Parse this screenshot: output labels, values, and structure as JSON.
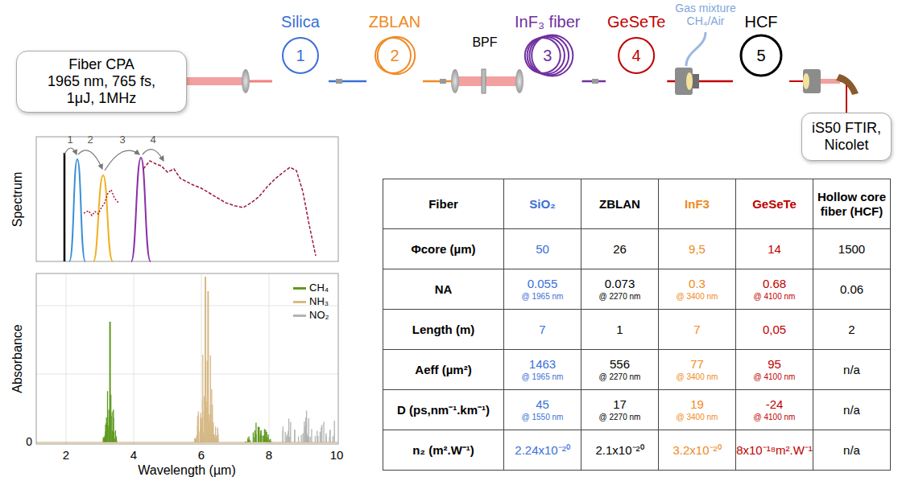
{
  "diagram": {
    "nodes": [
      {
        "text": [
          "Fiber CPA",
          "1965 nm, 765 fs, 1μJ, 1MHz"
        ]
      },
      {
        "text": [
          "Silica",
          "1"
        ]
      },
      {
        "text": [
          "ZBLAN",
          "2"
        ]
      },
      {
        "text": [
          "InF₃ fiber",
          "3"
        ]
      },
      {
        "text": [
          "GeSeTe",
          "4"
        ]
      },
      {
        "text": [
          "HCF",
          "5"
        ]
      },
      {
        "text": [
          "iS50 FTIR, Nicolet"
        ]
      }
    ],
    "edges": [
      {
        "from": 0,
        "to": 1,
        "arrow": "none"
      },
      {
        "from": 1,
        "to": 2,
        "arrow": "none"
      },
      {
        "from": 2,
        "to": 3,
        "arrow": "none"
      },
      {
        "from": 3,
        "to": 4,
        "arrow": "none"
      },
      {
        "from": 4,
        "to": 5,
        "arrow": "none"
      },
      {
        "from": 5,
        "to": 6,
        "arrow": "none"
      }
    ],
    "labels": [
      "BPF",
      "Gas mixture CH₄/Air",
      "Spectrum",
      "1",
      "2",
      "3",
      "4",
      "Absorbance",
      "0",
      "2",
      "4",
      "6",
      "8",
      "10",
      "Wavelength (µm)",
      "Fiber",
      "SiO₂",
      "ZBLAN",
      "InF3",
      "GeSeTe",
      "Hollow core fiber (HCF)",
      "Φcore (µm)",
      "50",
      "26",
      "9,5",
      "14",
      "1500",
      "NA",
      "0.055",
      "@ 1965 nm",
      "0.073",
      "@ 2270 nm",
      "0.3",
      "@ 3400 nm",
      "0.68",
      "@ 4100 nm",
      "0.06",
      "Length (m)",
      "7",
      "1",
      "7",
      "0,05",
      "2",
      "Aeff (µm²)",
      "1463",
      "@ 1965 nm",
      "556",
      "@ 2270 nm",
      "77",
      "@ 3400 nm",
      "95",
      "@ 4100 nm",
      "n/a",
      "D (ps,nm⁻¹.km⁻¹)",
      "45",
      "@ 1550 nm",
      "17",
      "@ 2270 nm",
      "19",
      "@ 3400 nm",
      "-24",
      "@ 4100 nm",
      "n/a",
      "n₂ (m².W⁻¹)",
      "2.24x10⁻²⁰",
      "2.1x10⁻²⁰",
      "3.2x10⁻²⁰",
      "8x10⁻¹⁸m².W⁻¹",
      "n/a"
    ],
    "legend": [
      {
        "text": "CH₄",
        "color": "#5f9a22"
      },
      {
        "text": "NH₃",
        "color": "#d6b987"
      },
      {
        "text": "NO₂",
        "color": "#b3b3b3"
      }
    ]
  }
}
